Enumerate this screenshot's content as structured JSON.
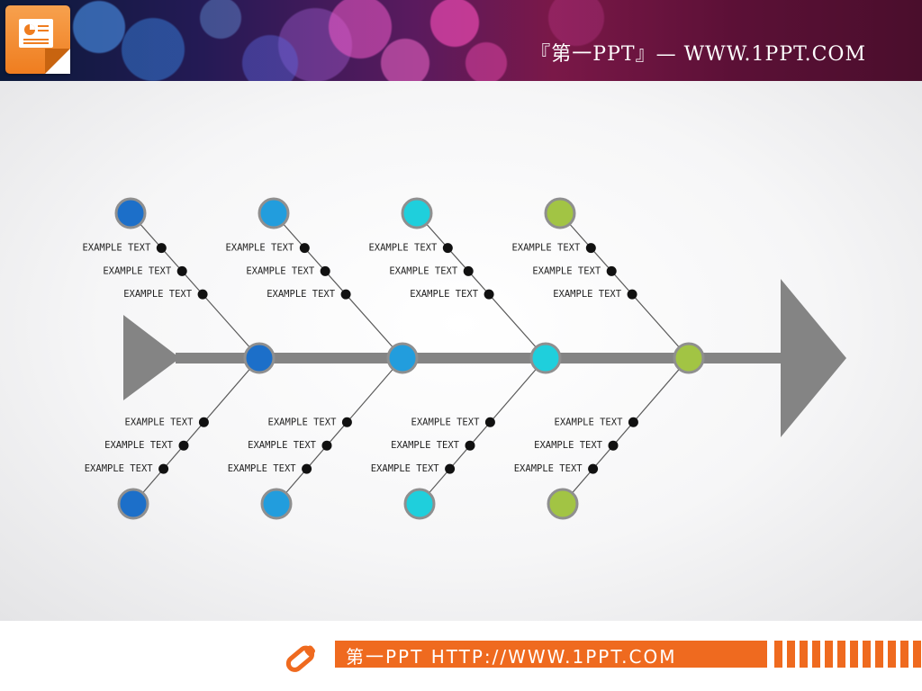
{
  "header": {
    "brand_text": "『第一PPT』— WWW.1PPT.COM",
    "logo_icon": "presentation-icon"
  },
  "footer": {
    "icon": "pen-icon",
    "text": "第一PPT HTTP://WWW.1PPT.COM",
    "accent_color": "#ef6a1f"
  },
  "diagram": {
    "spine_color": "#848484",
    "branch_color": "#5a5a5a",
    "node_ring_color": "#8f8f8f",
    "node_colors": [
      "#1c6fc9",
      "#229ddd",
      "#1fcfdc",
      "#a2c444"
    ],
    "branches": [
      {
        "top_labels": [
          "EXAMPLE TEXT",
          "EXAMPLE TEXT",
          "EXAMPLE TEXT"
        ],
        "bottom_labels": [
          "EXAMPLE TEXT",
          "EXAMPLE TEXT",
          "EXAMPLE TEXT"
        ]
      },
      {
        "top_labels": [
          "EXAMPLE TEXT",
          "EXAMPLE TEXT",
          "EXAMPLE TEXT"
        ],
        "bottom_labels": [
          "EXAMPLE TEXT",
          "EXAMPLE TEXT",
          "EXAMPLE TEXT"
        ]
      },
      {
        "top_labels": [
          "EXAMPLE TEXT",
          "EXAMPLE TEXT",
          "EXAMPLE TEXT"
        ],
        "bottom_labels": [
          "EXAMPLE TEXT",
          "EXAMPLE TEXT",
          "EXAMPLE TEXT"
        ]
      },
      {
        "top_labels": [
          "EXAMPLE TEXT",
          "EXAMPLE TEXT",
          "EXAMPLE TEXT"
        ],
        "bottom_labels": [
          "EXAMPLE TEXT",
          "EXAMPLE TEXT",
          "EXAMPLE TEXT"
        ]
      }
    ]
  }
}
